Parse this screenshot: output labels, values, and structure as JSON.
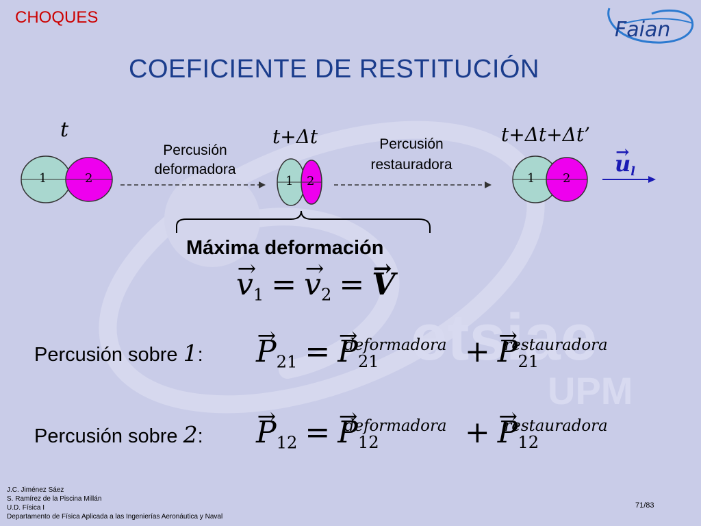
{
  "header": {
    "section": "CHOQUES",
    "title": "COEFICIENTE DE RESTITUCIÓN",
    "logo_text": "Faian"
  },
  "diagram": {
    "times": [
      "t",
      "t+Δt",
      "t+Δt+Δt’"
    ],
    "spheres": [
      "1",
      "2"
    ],
    "arrow1_label": [
      "Percusión",
      "deformadora"
    ],
    "arrow2_label": [
      "Percusión",
      "restauradora"
    ],
    "unit_vector": {
      "base": "u",
      "sub": "l"
    }
  },
  "max_deformation": "Máxima deformación",
  "velocity_eq": {
    "v": "v",
    "V": "V",
    "i1": "1",
    "i2": "2"
  },
  "eq1": {
    "label": "Percusión sobre ",
    "body": "1",
    "colon": ":",
    "P": "P",
    "idx": "21",
    "sup1": "deformadora",
    "sup2": "restauradora"
  },
  "eq2": {
    "label": "Percusión sobre ",
    "body": "2",
    "colon": ":",
    "P": "P",
    "idx": "12",
    "sup1": "deformadora",
    "sup2": "restauradora"
  },
  "footer": {
    "authors": [
      "J.C. Jiménez Sáez",
      "S. Ramírez de la Piscina Millán",
      "U.D. Física I",
      "Departamento de Física Aplicada a las Ingenierías Aeronáutica y Naval"
    ],
    "page": "71/83"
  },
  "watermark": {
    "brand": "etsiae",
    "sub": "UPM"
  },
  "colors": {
    "title": "#1a3c8c",
    "sphere1": "#a9d7cf",
    "sphere2": "#ee00ee",
    "background": "#c9cce8",
    "vector": "#1a1ab4"
  }
}
